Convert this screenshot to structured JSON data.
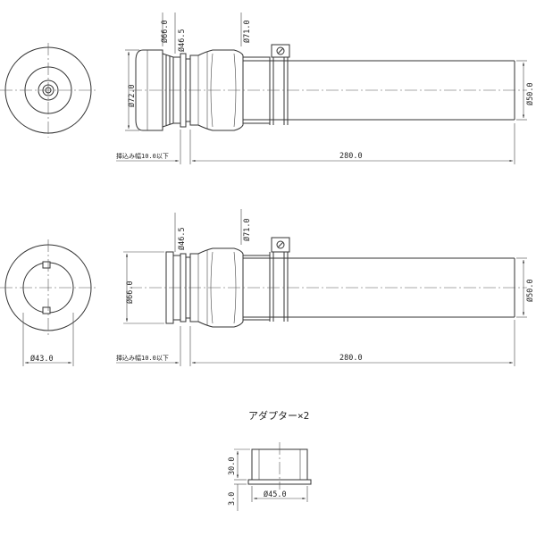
{
  "upper": {
    "dims": {
      "d66": "Ø66.0",
      "d46": "Ø46.5",
      "d71": "Ø71.0",
      "d72": "Ø72.0",
      "d50": "Ø50.0",
      "insert": "挿込み幅10.0以下",
      "length": "280.0"
    }
  },
  "lower": {
    "dims": {
      "d46": "Ø46.5",
      "d71": "Ø71.0",
      "d66": "Ø66.0",
      "d50": "Ø50.0",
      "d43": "Ø43.0",
      "insert": "挿込み幅10.0以下",
      "length": "280.0"
    }
  },
  "adapter": {
    "title": "アダプター×2",
    "height": "30.0",
    "flange": "3.0",
    "diameter": "Ø45.0"
  }
}
